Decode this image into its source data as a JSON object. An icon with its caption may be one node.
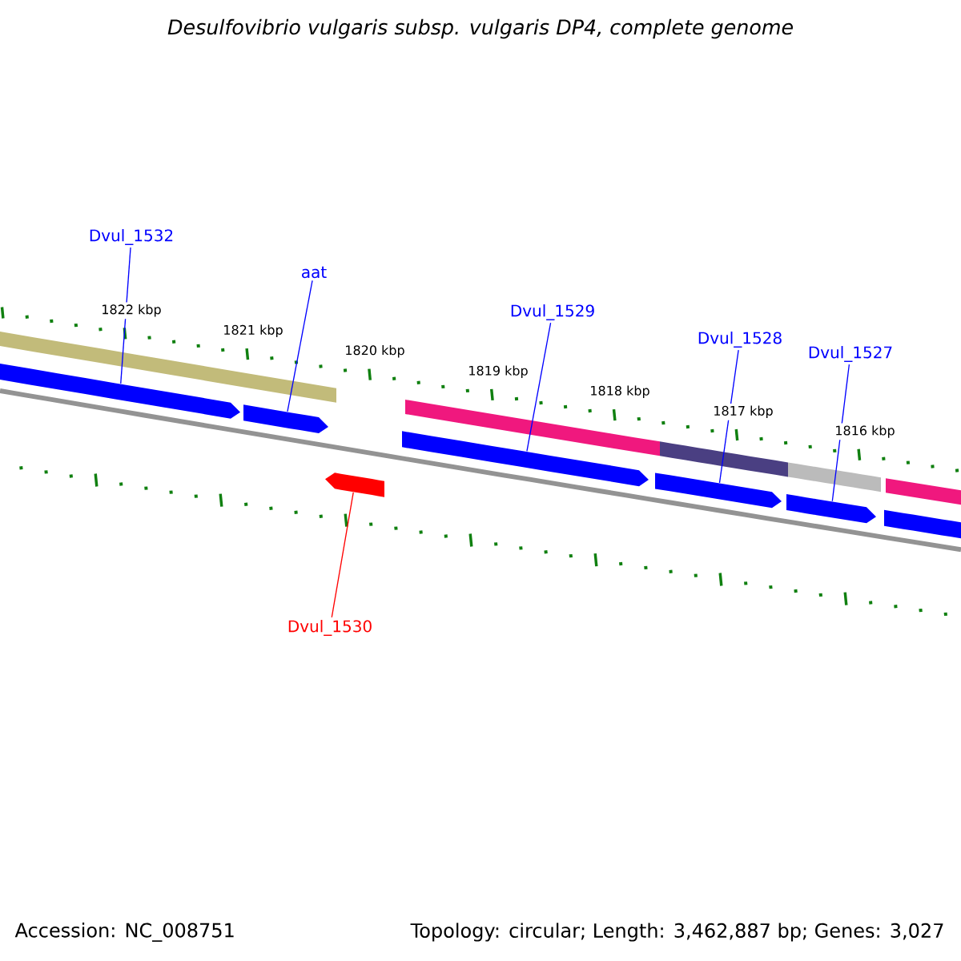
{
  "diagram": {
    "title": "Desulfovibrio vulgaris subsp. vulgaris DP4, complete genome",
    "nodes": [
      {
        "text": [
          "Dvul_1532"
        ]
      },
      {
        "text": [
          "aat"
        ]
      },
      {
        "text": [
          "Dvul_1529"
        ]
      },
      {
        "text": [
          "Dvul_1528"
        ]
      },
      {
        "text": [
          "Dvul_1527"
        ]
      },
      {
        "text": [
          "Dvul_1530"
        ]
      },
      {
        "text": [],
        "shape": "arrow"
      },
      {
        "text": [],
        "shape": "arrow"
      },
      {
        "text": [],
        "shape": "arrow"
      },
      {
        "text": [],
        "shape": "arrow"
      },
      {
        "text": [],
        "shape": "arrow"
      },
      {
        "text": [],
        "shape": "arrow"
      },
      {
        "text": [],
        "shape": "arrow"
      },
      {
        "text": [],
        "shape": "bar"
      },
      {
        "text": [],
        "shape": "bar"
      },
      {
        "text": [],
        "shape": "bar"
      },
      {
        "text": [],
        "shape": "bar"
      },
      {
        "text": [],
        "shape": "bar"
      }
    ],
    "edges": [
      {
        "from": 0,
        "to": 6,
        "arrow": "none"
      },
      {
        "from": 1,
        "to": 7,
        "arrow": "none"
      },
      {
        "from": 2,
        "to": 9,
        "arrow": "none"
      },
      {
        "from": 3,
        "to": 10,
        "arrow": "none"
      },
      {
        "from": 4,
        "to": 11,
        "arrow": "none"
      },
      {
        "from": 5,
        "to": 8,
        "arrow": "none",
        "color": "#ff0000"
      }
    ],
    "labels": [
      "1822 kbp",
      "1821 kbp",
      "1820 kbp",
      "1819 kbp",
      "1818 kbp",
      "1817 kbp",
      "1816 kbp",
      "Accession: NC_008751",
      "Topology: circular; Length: 3,462,887 bp; Genes: 3,027"
    ]
  }
}
